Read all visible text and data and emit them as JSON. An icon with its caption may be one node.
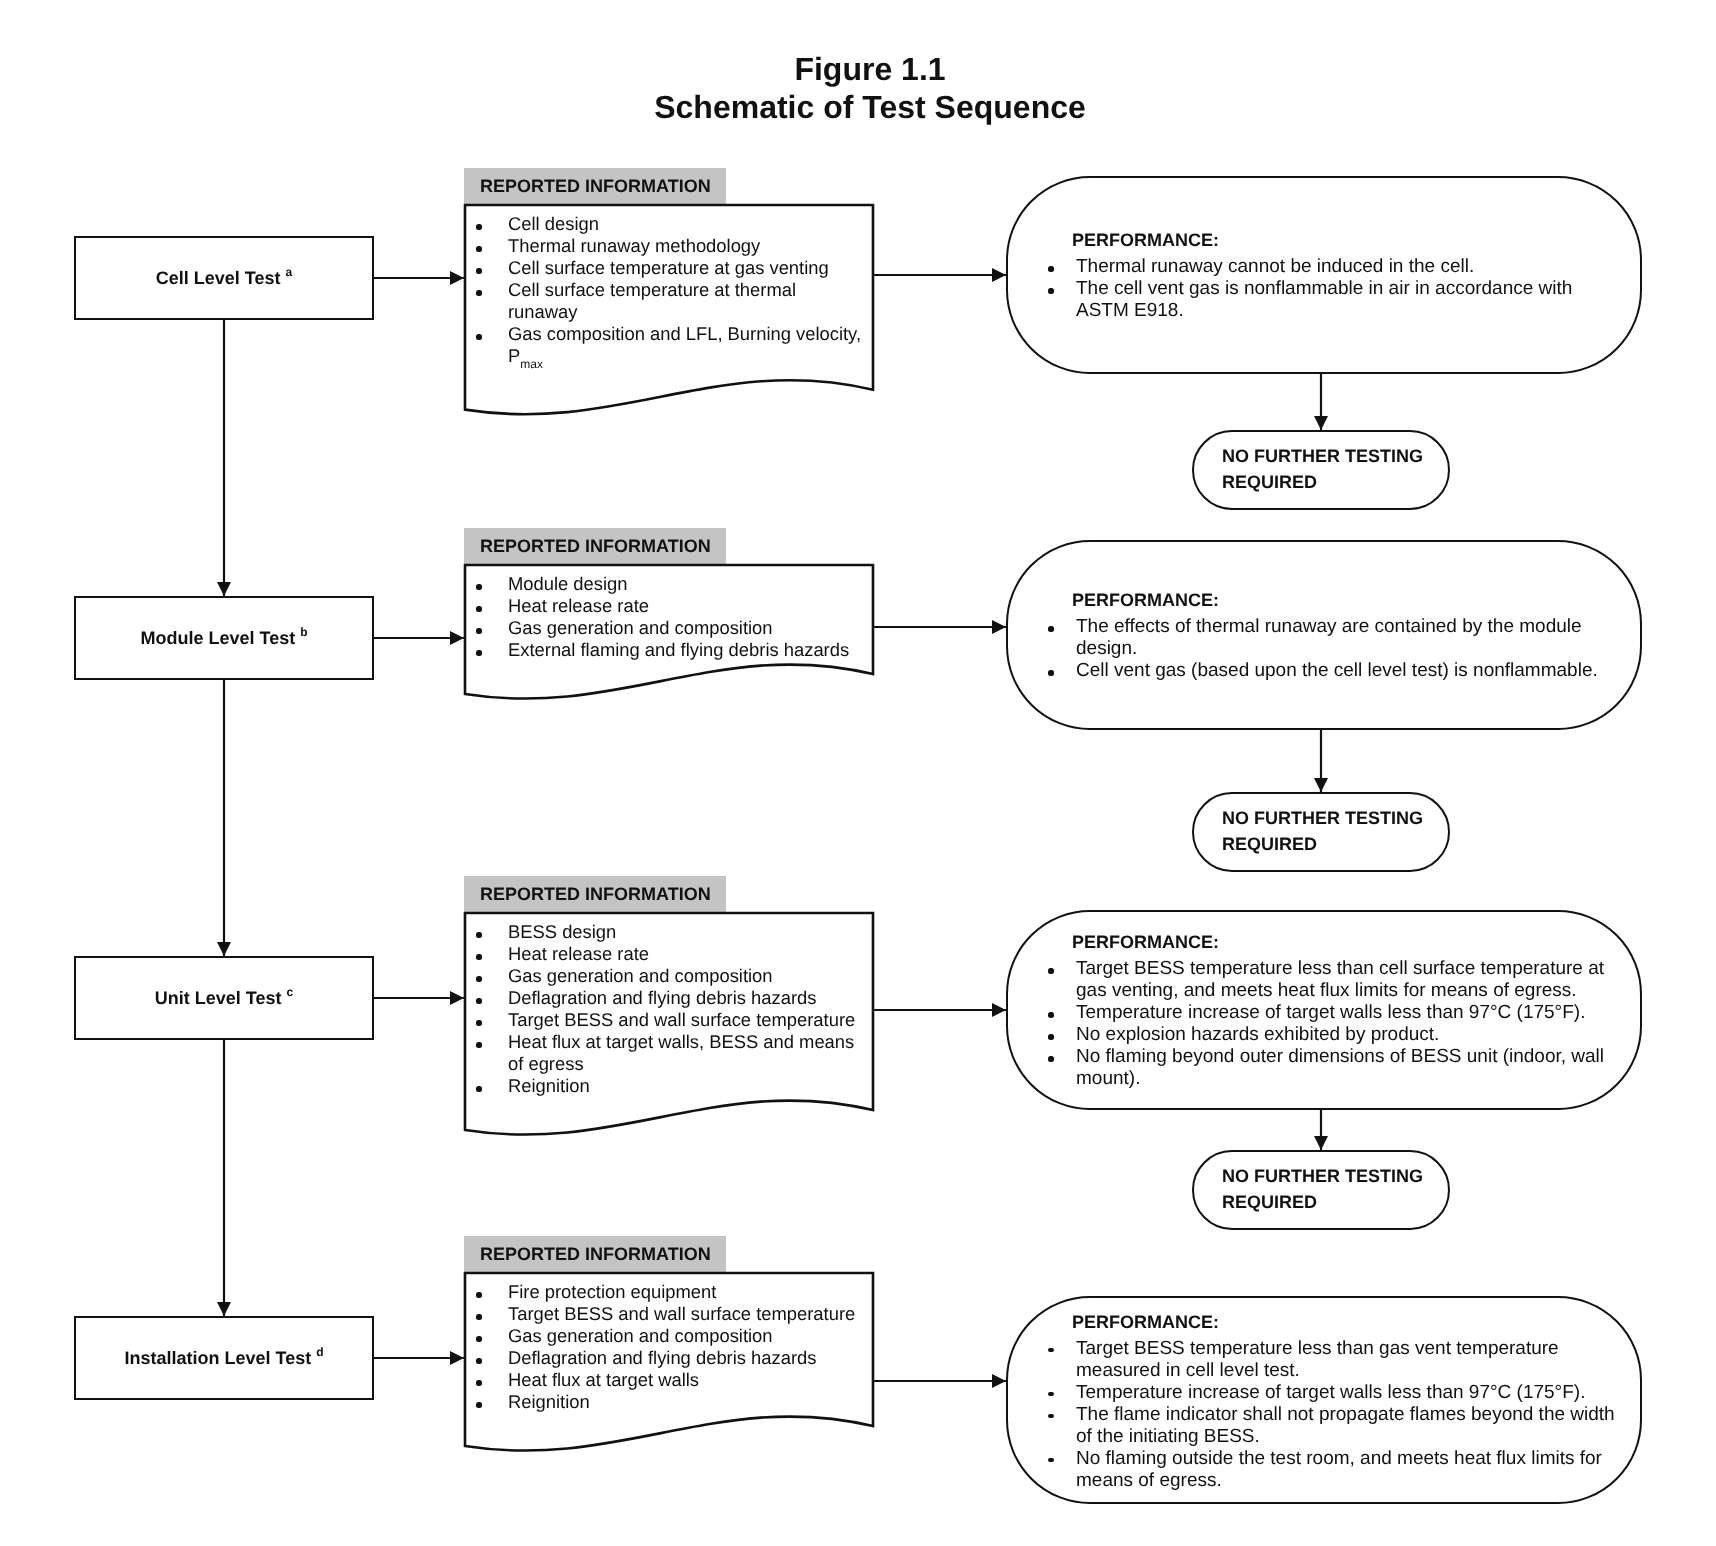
{
  "diagram": {
    "title": "Figure 1.1 Schematic of Test Sequence",
    "nodes": [
      {
        "text": [
          "Cell Level Test $^{a}$"
        ]
      },
      {
        "text": [
          "REPORTED INFORMATION",
          "Cell design",
          "Thermal runaway methodology",
          "Cell surface temperature at gas venting",
          "Cell surface temperature at thermal runaway",
          "Gas composition and LFL, Burning velocity, P$_{max}$"
        ]
      },
      {
        "text": [
          "PERFORMANCE:",
          "Thermal runaway cannot be induced in the cell.",
          "The cell vent gas is nonflammable in air in accordance with ASTM E918."
        ]
      },
      {
        "text": [
          "NO FURTHER TESTING REQUIRED"
        ]
      },
      {
        "text": [
          "Module Level Test $^{b}$"
        ]
      },
      {
        "text": [
          "REPORTED INFORMATION",
          "Module design",
          "Heat release rate",
          "Gas generation and composition",
          "External flaming and flying debris hazards"
        ]
      },
      {
        "text": [
          "PERFORMANCE:",
          "The effects of thermal runaway are contained by the module design.",
          "Cell vent gas (based upon the cell level test) is nonflammable."
        ]
      },
      {
        "text": [
          "NO FURTHER TESTING REQUIRED"
        ]
      },
      {
        "text": [
          "Unit Level Test $^{c}$"
        ]
      },
      {
        "text": [
          "REPORTED INFORMATION",
          "BESS design",
          "Heat release rate",
          "Gas generation and composition",
          "Deflagration and flying debris hazards",
          "Target BESS and wall surface temperature",
          "Heat flux at target walls, BESS and means of egress",
          "Reignition"
        ]
      },
      {
        "text": [
          "PERFORMANCE:",
          "Target BESS temperature less than cell surface temperature at gas venting, and meets heat flux limits for means of egress.",
          "Temperature increase of target walls less than 97°C (175°F).",
          "No explosion hazards exhibited by product.",
          "No flaming beyond outer dimensions of BESS unit (indoor, wall mount)."
        ]
      },
      {
        "text": [
          "NO FURTHER TESTING REQUIRED"
        ]
      },
      {
        "text": [
          "Installation Level Test $^{d}$"
        ]
      },
      {
        "text": [
          "REPORTED INFORMATION",
          "Fire protection equipment",
          "Target BESS and wall surface temperature",
          "Gas generation and composition",
          "Deflagration and flying debris hazards",
          "Heat flux at target walls",
          "Reignition"
        ]
      },
      {
        "text": [
          "PERFORMANCE:",
          "Target BESS temperature less than gas vent temperature measured in cell level test.",
          "Temperature increase of target walls less than 97°C (175°F).",
          "The flame indicator shall not propagate flames beyond the width of the initiating BESS.",
          "No flaming outside the test room, and meets heat flux limits for means of egress."
        ]
      }
    ],
    "edges": [
      {
        "from": 0,
        "to": 1,
        "arrow": "to"
      },
      {
        "from": 1,
        "to": 2,
        "arrow": "to"
      },
      {
        "from": 2,
        "to": 3,
        "arrow": "to"
      },
      {
        "from": 0,
        "to": 4,
        "arrow": "to"
      },
      {
        "from": 4,
        "to": 5,
        "arrow": "to"
      },
      {
        "from": 5,
        "to": 6,
        "arrow": "to"
      },
      {
        "from": 6,
        "to": 7,
        "arrow": "to"
      },
      {
        "from": 4,
        "to": 8,
        "arrow": "to"
      },
      {
        "from": 8,
        "to": 9,
        "arrow": "to"
      },
      {
        "from": 9,
        "to": 10,
        "arrow": "to"
      },
      {
        "from": 10,
        "to": 11,
        "arrow": "to"
      },
      {
        "from": 8,
        "to": 12,
        "arrow": "to"
      },
      {
        "from": 12,
        "to": 13,
        "arrow": "to"
      },
      {
        "from": 13,
        "to": 14,
        "arrow": "to"
      }
    ]
  }
}
